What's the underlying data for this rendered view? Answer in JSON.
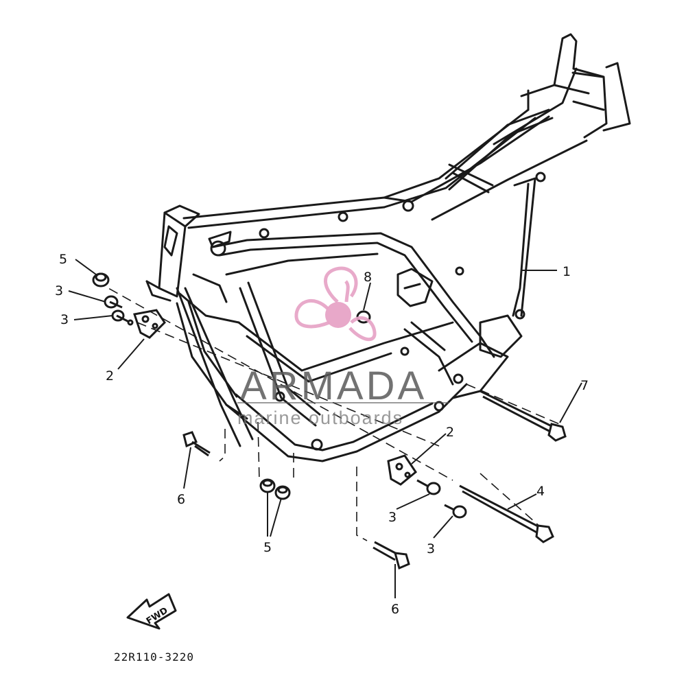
{
  "diagram": {
    "part_code": "22R110-3220",
    "direction_label": "FWD",
    "callouts": [
      {
        "id": "callout-1",
        "text": "1"
      },
      {
        "id": "callout-2-left",
        "text": "2"
      },
      {
        "id": "callout-2-right",
        "text": "2"
      },
      {
        "id": "callout-3-upper-a",
        "text": "3"
      },
      {
        "id": "callout-3-upper-b",
        "text": "3"
      },
      {
        "id": "callout-3-lower-a",
        "text": "3"
      },
      {
        "id": "callout-3-lower-b",
        "text": "3"
      },
      {
        "id": "callout-4",
        "text": "4"
      },
      {
        "id": "callout-5-upper",
        "text": "5"
      },
      {
        "id": "callout-5-lower",
        "text": "5"
      },
      {
        "id": "callout-6-left",
        "text": "6"
      },
      {
        "id": "callout-6-right",
        "text": "6"
      },
      {
        "id": "callout-7",
        "text": "7"
      },
      {
        "id": "callout-8",
        "text": "8"
      }
    ]
  },
  "watermark": {
    "brand": "ARMADA",
    "tagline": "marine outboards",
    "brand_color": "#5a5a5a",
    "logo_color": "#e7a3c6"
  },
  "colors": {
    "line": "#1a1a1a",
    "background": "#ffffff"
  }
}
